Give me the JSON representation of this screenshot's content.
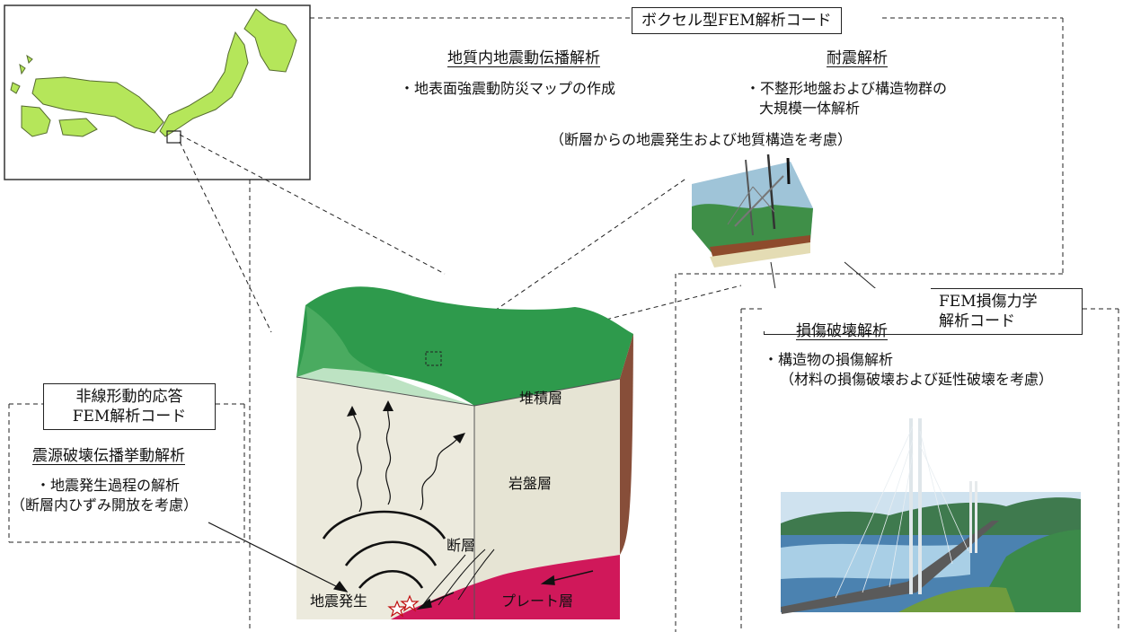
{
  "voxel_code": {
    "title": "ボクセル型FEM解析コード",
    "geo_heading": "地質内地震動伝播解析",
    "geo_item": "・地表面強震動防災マップの作成",
    "seismic_heading": "耐震解析",
    "seismic_item_1": "・不整形地盤および構造物群の",
    "seismic_item_2": "大規模一体解析",
    "consider_note": "（断層からの地震発生および地質構造を考慮）"
  },
  "nonlinear_code": {
    "title_1": "非線形動的応答",
    "title_2": "FEM解析コード",
    "heading": "震源破壊伝播挙動解析",
    "item_1": "・地震発生過程の解析",
    "item_2": "（断層内ひずみ開放を考慮）"
  },
  "damage_code": {
    "title_1": "FEM損傷力学",
    "title_2": "解析コード",
    "heading": "損傷破壊解析",
    "item_1": "・構造物の損傷解析",
    "item_2": "（材料の損傷破壊および延性破壊を考慮）"
  },
  "block_labels": {
    "sediment": "堆積層",
    "bedrock": "岩盤層",
    "fault": "断層",
    "quake_origin": "地震発生",
    "plate": "プレート層"
  },
  "colors": {
    "japan": "#b5e65a",
    "surface": "#2e9a4c",
    "sediment": "#7a3b23",
    "bedrock": "#eceadd",
    "plate": "#d0185a"
  }
}
